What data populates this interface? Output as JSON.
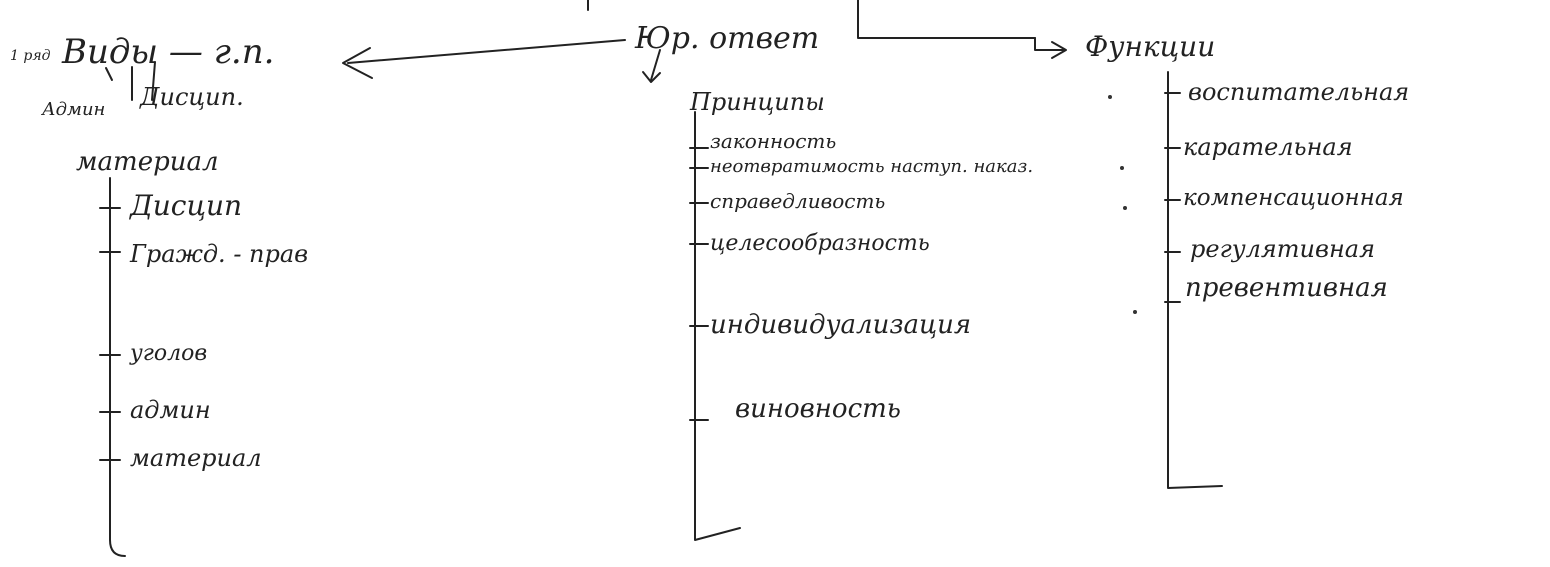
{
  "center": {
    "label": "Юр. ответ"
  },
  "left_branch": {
    "prefix": "1 ряд",
    "title": "Виды — г.п.",
    "sub_left": "Админ",
    "sub_right": "Дисцип.",
    "group_title": "материал",
    "items": [
      "Дисцип",
      "Гражд. - прав",
      "уголов",
      "админ",
      "материал"
    ]
  },
  "middle_branch": {
    "title": "Принципы",
    "items": [
      "законность",
      "неотвратимость наступ. наказ.",
      "справедливость",
      "целесообразность",
      "индивидуализация",
      "виновность"
    ]
  },
  "right_branch": {
    "title": "Функции",
    "items": [
      "воспитательная",
      "карательная",
      "компенсационная",
      "регулятивная",
      "превентивная"
    ]
  }
}
